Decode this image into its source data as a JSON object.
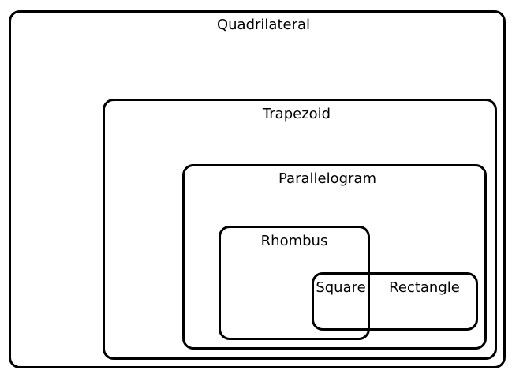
{
  "diagram": {
    "sets": {
      "quadrilateral": "Quadrilateral",
      "trapezoid": "Trapezoid",
      "parallelogram": "Parallelogram",
      "rhombus": "Rhombus",
      "rectangle": "Rectangle"
    },
    "intersection": "Square"
  }
}
